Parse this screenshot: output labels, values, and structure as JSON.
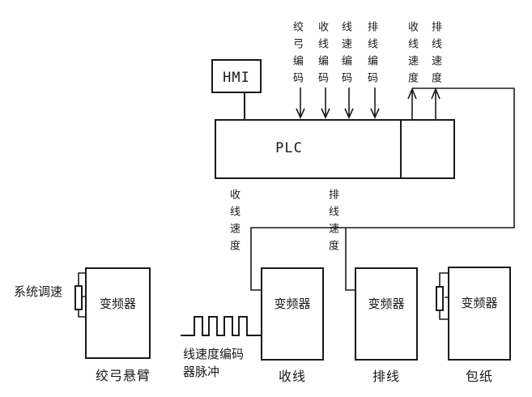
{
  "colors": {
    "line": "#1a1a1a",
    "background": "#ffffff"
  },
  "hmi": {
    "label": "HMI"
  },
  "plc": {
    "label": "PLC"
  },
  "encoder_inputs": [
    {
      "label": "绞弓编码"
    },
    {
      "label": "收线编码"
    },
    {
      "label": "线速编码"
    },
    {
      "label": "排线编码"
    }
  ],
  "speed_outputs": [
    {
      "label": "收线速度"
    },
    {
      "label": "排线速度"
    }
  ],
  "speed_drops": [
    {
      "label": "收线速度"
    },
    {
      "label": "排线速度"
    }
  ],
  "system_speed_label": "系统调速",
  "pulse": {
    "line1": "线速度编码",
    "line2": "器脉冲"
  },
  "inverters": [
    {
      "label": "变频器",
      "caption": "绞弓悬臂"
    },
    {
      "label": "变频器",
      "caption": "收线"
    },
    {
      "label": "变频器",
      "caption": "排线"
    },
    {
      "label": "变频器",
      "caption": "包纸"
    }
  ]
}
